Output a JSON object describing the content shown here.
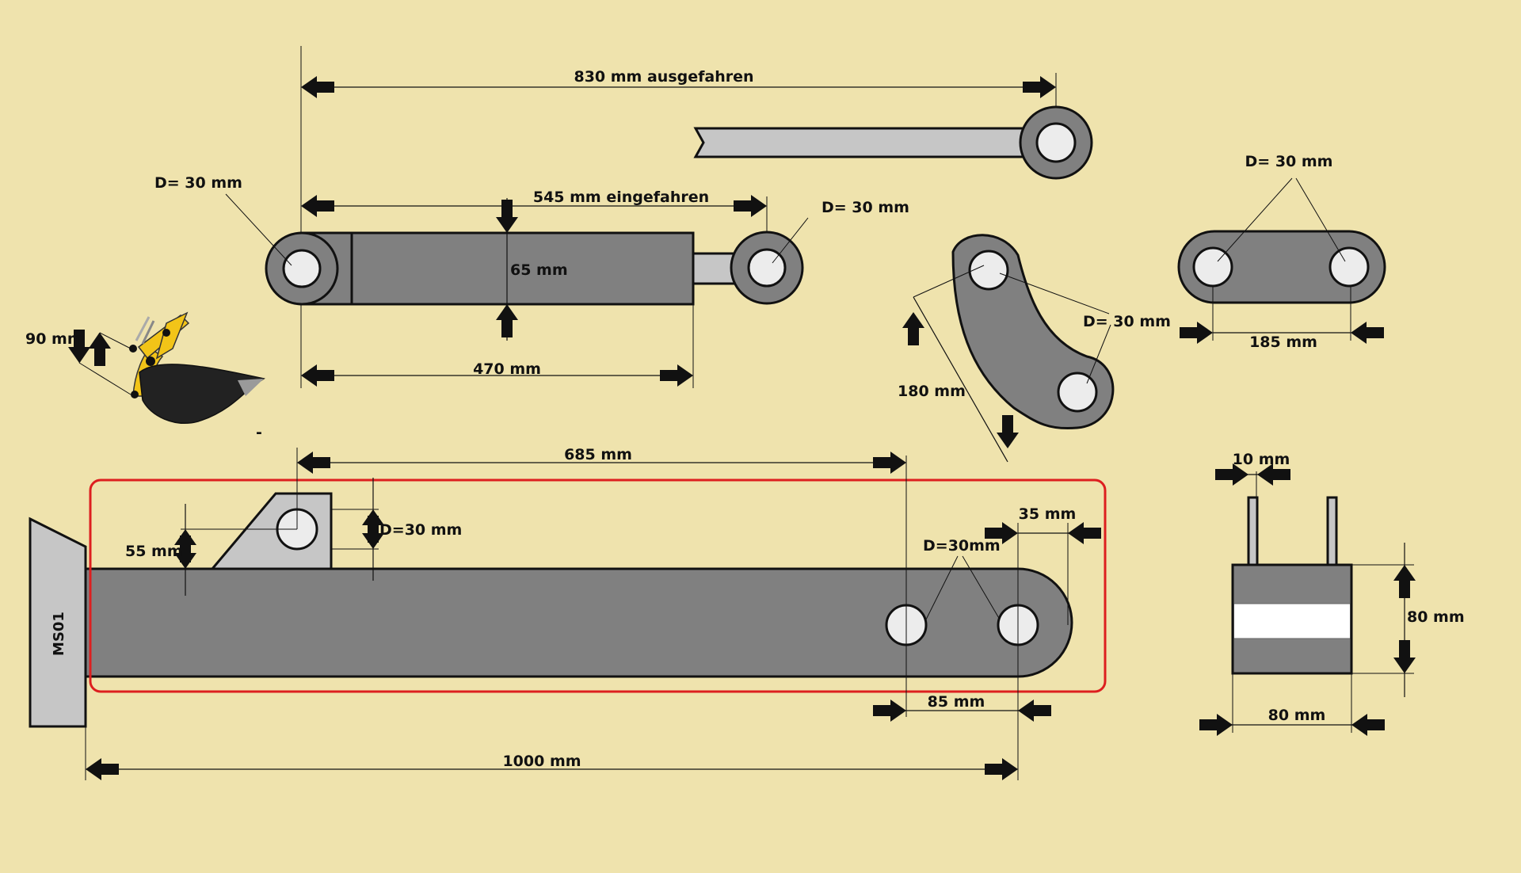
{
  "colors": {
    "background": "#efe3ad",
    "part_dark": "#808080",
    "part_light": "#c6c6c6",
    "outline": "#111111",
    "highlight": "#dd1f1f",
    "excavator_yellow": "#f2c418"
  },
  "icons": [
    "arrow-icon",
    "excavator-bucket-icon"
  ],
  "labels": {
    "cyl_extended": "830 mm ausgefahren",
    "cyl_retracted": "545 mm eingefahren",
    "cyl_diameter": "65 mm",
    "cyl_body": "470 mm",
    "cyl_left_pin": "D= 30 mm",
    "cyl_right_pin": "D= 30 mm",
    "link_pin": "D= 30 mm",
    "link_len": "185 mm",
    "curve_pin": "D= 30 mm",
    "curve_len": "180 mm",
    "bucket_height": "90 mm",
    "arm_bracket_pos": "685 mm",
    "arm_bracket_height": "55 mm",
    "arm_bracket_pin": "D=30 mm",
    "arm_pin": "D=30mm",
    "arm_end": "35 mm",
    "arm_pin_spacing": "85 mm",
    "arm_total": "1000 mm",
    "plate_text": "MS01",
    "lug_thickness": "10 mm",
    "block_height": "80 mm",
    "block_width": "80 mm",
    "stray_mark": "-"
  }
}
